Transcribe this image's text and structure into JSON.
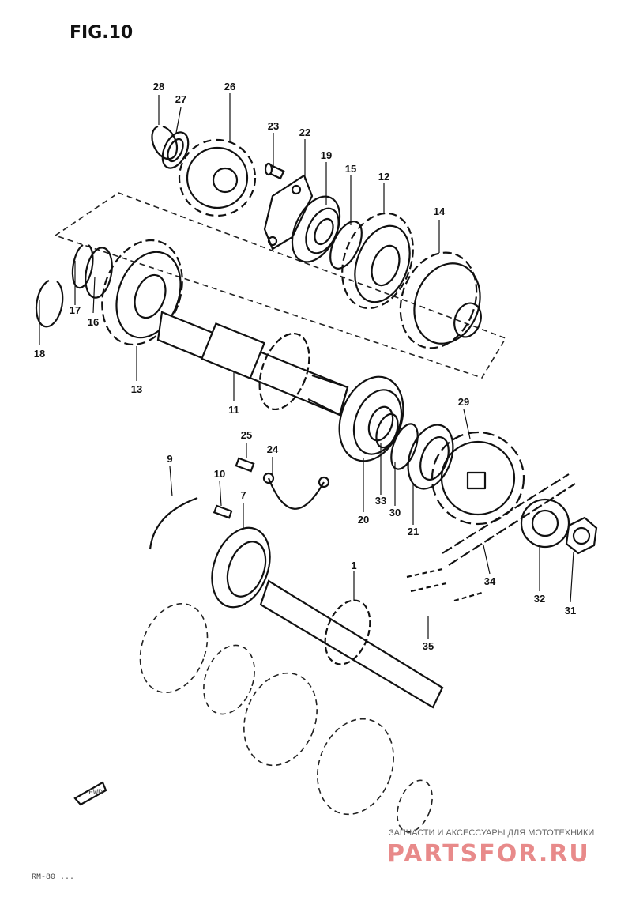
{
  "figure": {
    "title": "FIG.10",
    "code": "RM-80 ..."
  },
  "watermark": {
    "tagline": "ЗАПЧАСТИ И АКСЕССУАРЫ ДЛЯ МОТОТЕХНИКИ",
    "brand": "PARTSFOR.RU"
  },
  "fwd_label": "FWD",
  "callouts": {
    "c1": "1",
    "c7": "7",
    "c9": "9",
    "c10": "10",
    "c11": "11",
    "c12": "12",
    "c13": "13",
    "c14": "14",
    "c15": "15",
    "c16": "16",
    "c17": "17",
    "c18": "18",
    "c19": "19",
    "c20": "20",
    "c21": "21",
    "c22": "22",
    "c23": "23",
    "c24": "24",
    "c25": "25",
    "c26": "26",
    "c27": "27",
    "c28": "28",
    "c29": "29",
    "c30": "30",
    "c31": "31",
    "c32": "32",
    "c33": "33",
    "c34": "34",
    "c35": "35"
  }
}
